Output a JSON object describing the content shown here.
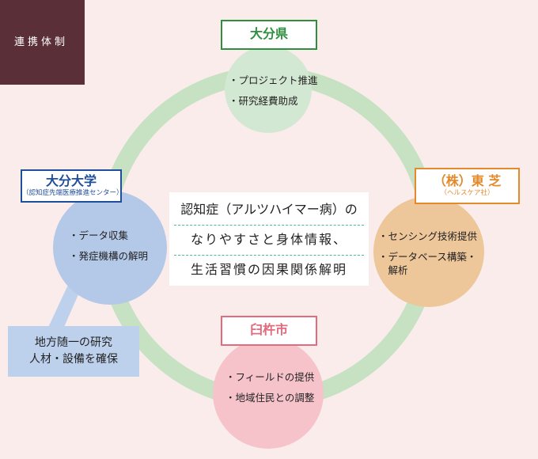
{
  "corner_label": "連携体制",
  "oita_pref": {
    "title": "大分県",
    "items": [
      "・プロジェクト推進",
      "・研究経費助成"
    ]
  },
  "oita_univ": {
    "title": "大分大学",
    "subtitle": "（認知症先端医療推進センター）",
    "items": [
      "・データ収集",
      "・発症機構の解明"
    ]
  },
  "toshiba": {
    "title": "（株）東 芝",
    "subtitle": "（ヘルスケア社）",
    "items": [
      "・センシング技術提供",
      "・データベース構築・",
      "　解析"
    ]
  },
  "usuki": {
    "title": "臼杵市",
    "items": [
      "・フィールドの提供",
      "・地域住民との調整"
    ]
  },
  "center": {
    "lines": [
      "認知症（アルツハイマー病）の",
      "なりやすさと身体情報、",
      "生活習慣の因果関係解明"
    ]
  },
  "resource": {
    "lines": [
      "地方随一の研究",
      "人材・設備を確保"
    ]
  },
  "colors": {
    "background": "#fbecec",
    "ring": "#c6e2c2",
    "oita_pref": "#2e8f3f",
    "oita_pref_bubble": "#d3e8d2",
    "oita_univ": "#1f4e9b",
    "oita_univ_bubble": "#b4c8e8",
    "toshiba": "#e38a2b",
    "toshiba_bubble": "#edc69a",
    "usuki": "#e46a7d",
    "usuki_bubble": "#f6c3cb",
    "resource": "#bdd0ec",
    "corner": "#5a2f38"
  }
}
